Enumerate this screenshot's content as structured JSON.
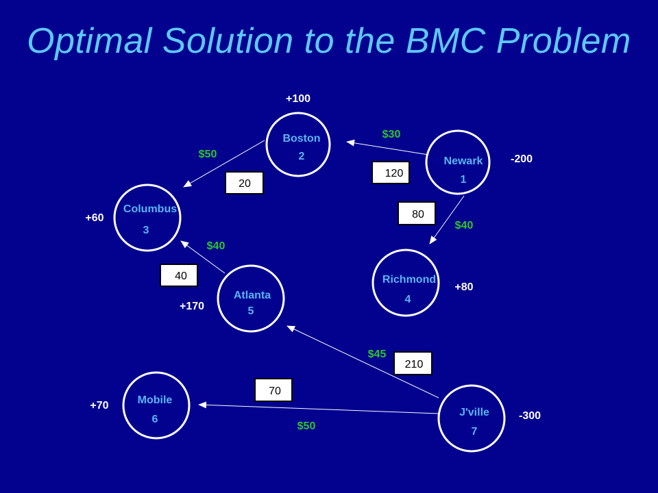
{
  "title": "Optimal Solution to the BMC Problem",
  "nodes": [
    {
      "id": "1",
      "name": "Newark",
      "supply": "-200"
    },
    {
      "id": "2",
      "name": "Boston",
      "supply": "+100"
    },
    {
      "id": "3",
      "name": "Columbus",
      "supply": "+60"
    },
    {
      "id": "4",
      "name": "Richmond",
      "supply": "+80"
    },
    {
      "id": "5",
      "name": "Atlanta",
      "supply": "+170"
    },
    {
      "id": "6",
      "name": "Mobile",
      "supply": "+70"
    },
    {
      "id": "7",
      "name": "J'ville",
      "supply": "-300"
    }
  ],
  "arcs": [
    {
      "from": "1",
      "to": "2",
      "cost": "$30",
      "flow": "120"
    },
    {
      "from": "1",
      "to": "4",
      "cost": "$40",
      "flow": "80"
    },
    {
      "from": "2",
      "to": "3",
      "cost": "$50",
      "flow": "20"
    },
    {
      "from": "5",
      "to": "3",
      "cost": "$40",
      "flow": "40"
    },
    {
      "from": "7",
      "to": "5",
      "cost": "$45",
      "flow": "210"
    },
    {
      "from": "7",
      "to": "6",
      "cost": "$50",
      "flow": "70"
    }
  ],
  "colors": {
    "background": "#02028f",
    "title": "#5ec8ff",
    "node_label": "#5ab4f2",
    "cost": "#2ec42e",
    "supply": "#ffffff"
  }
}
